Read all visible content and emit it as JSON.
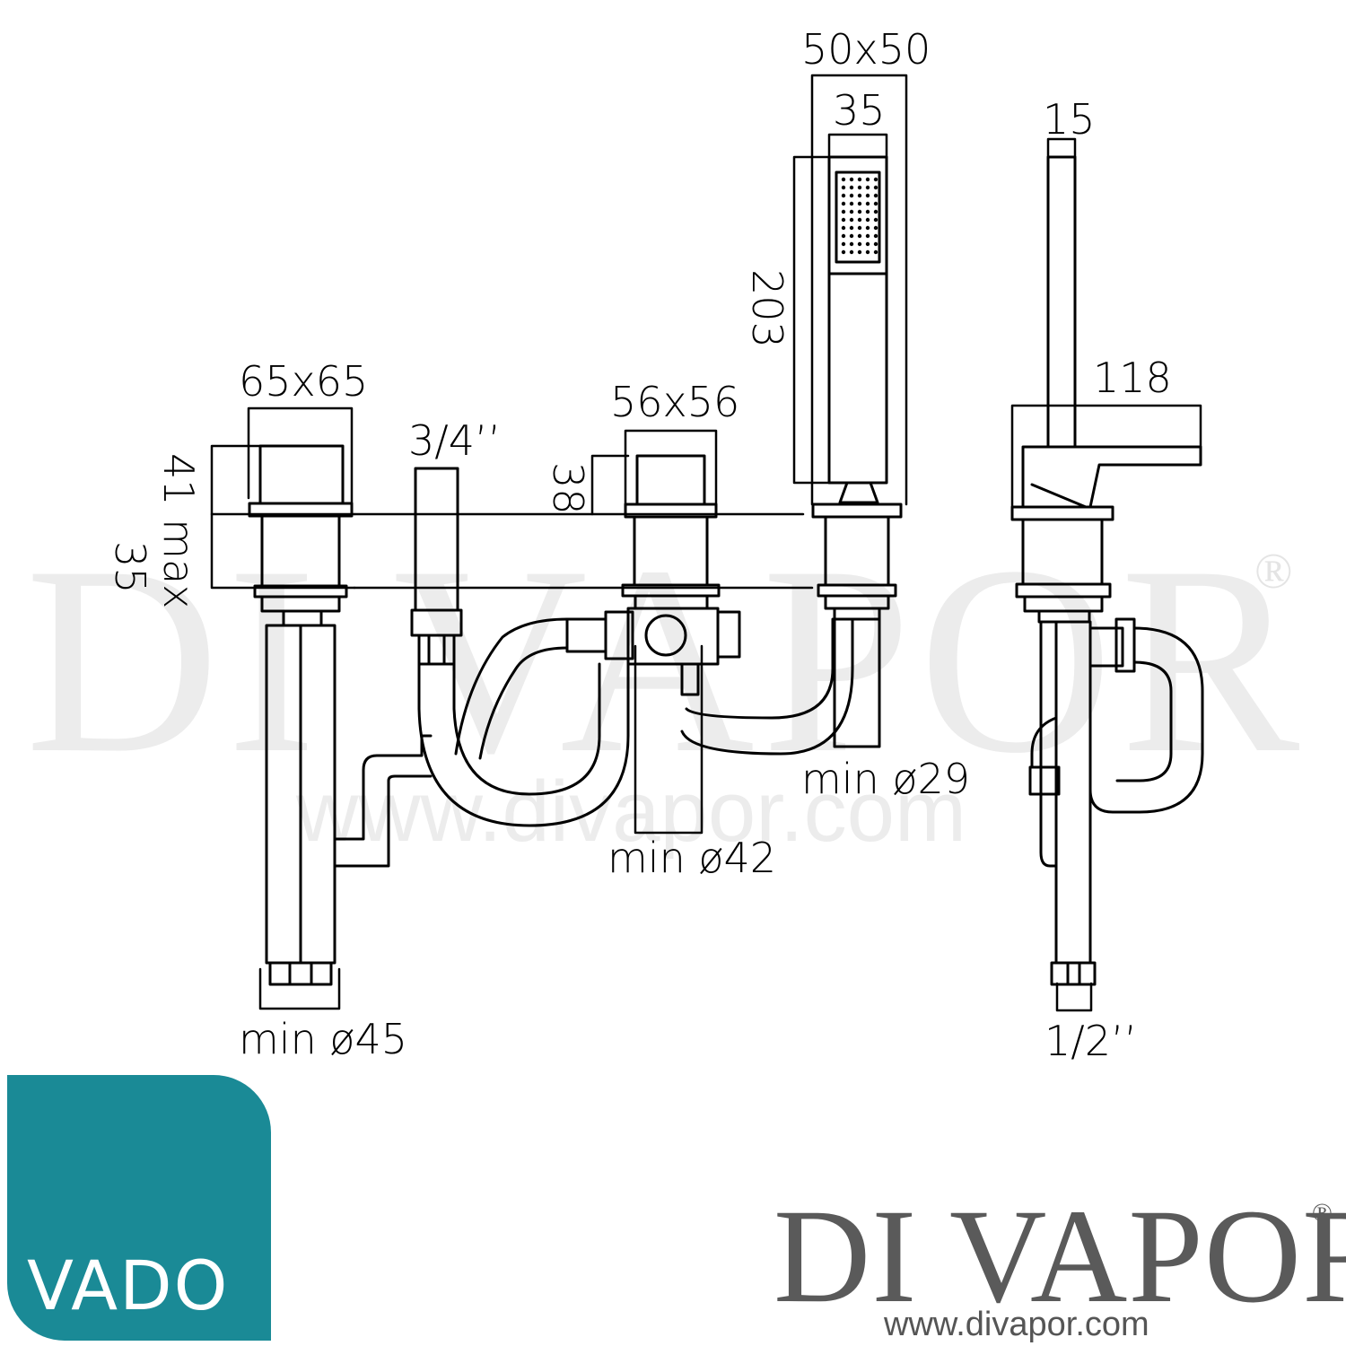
{
  "watermark": {
    "brand": "DI VAPOR",
    "registered": "®",
    "url": "www.divapor.com"
  },
  "dimensions": {
    "d1": "65x65",
    "d2": "41 max",
    "d3": "35",
    "d4": "3/4’’",
    "d5": "56x56",
    "d6": "38",
    "d7": "50x50",
    "d8": "35",
    "d9": "203",
    "d10": "15",
    "d11": "118",
    "d12": "min ø45",
    "d13": "min ø42",
    "d14": "min ø29",
    "d15": "1/2’’"
  },
  "logo": {
    "vado": "VADO",
    "brand": "DI VAPOR",
    "registered": "®",
    "url": "www.divapor.com",
    "badge_color": "#1a8a96"
  }
}
